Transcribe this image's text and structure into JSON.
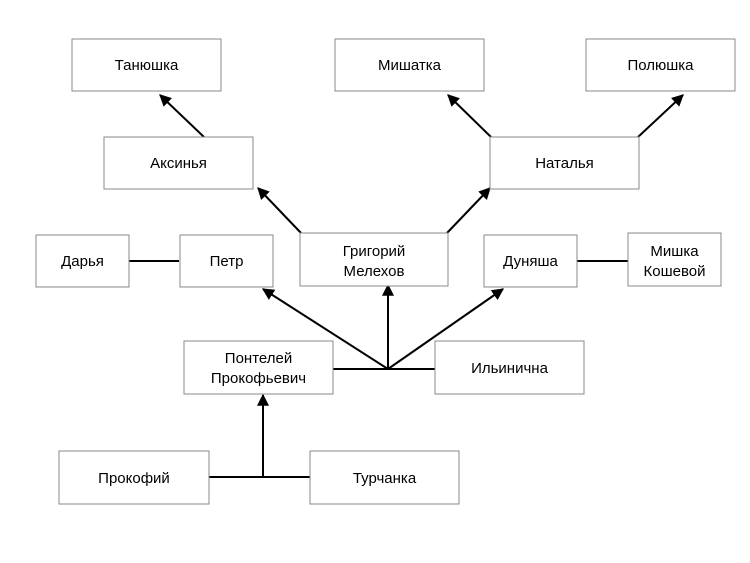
{
  "people": {
    "tanyushka": "Танюшка",
    "mishatka": "Мишатка",
    "polyushka": "Полюшка",
    "aksinya": "Аксинья",
    "natalya": "Наталья",
    "darya": "Дарья",
    "petr": "Петр",
    "grigoriy": [
      "Григорий",
      "Мелехов"
    ],
    "dunyasha": "Дуняша",
    "mishka": [
      "Мишка",
      "Кошевой"
    ],
    "panteley": [
      "Понтелей",
      "Прокофьевич"
    ],
    "ilinichna": "Ильинична",
    "prokofiy": "Прокофий",
    "turchanka": "Турчанка"
  }
}
